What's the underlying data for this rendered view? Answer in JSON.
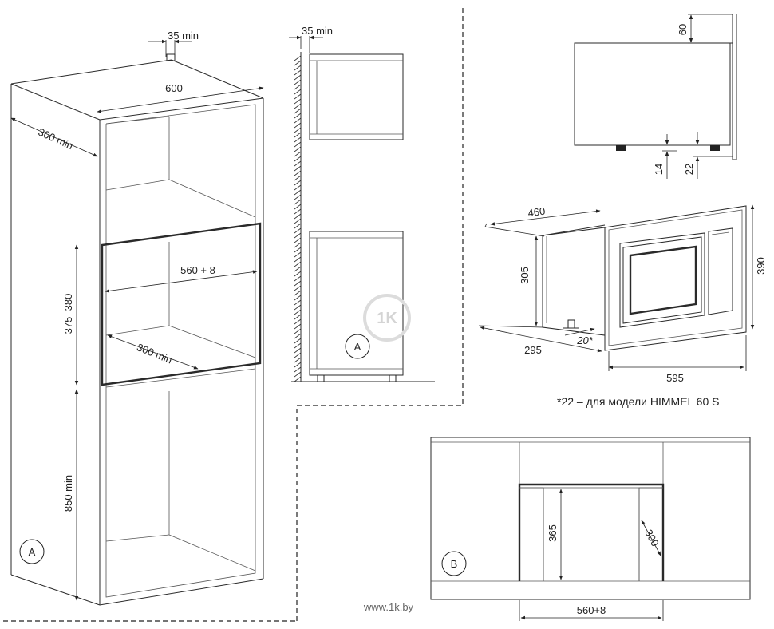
{
  "labels": {
    "a_depth_gap": "35 min",
    "a_width": "600",
    "a_depth": "300 min",
    "a_opening_width": "560 + 8",
    "a_opening_height": "375–380",
    "a_opening_depth": "300 min",
    "a_floor_height": "850 min",
    "a_marker": "A",
    "side_gap": "35 min",
    "side_marker": "A",
    "top_offset": "60",
    "foot_height": "14",
    "foot_offset": "22",
    "unit_depth": "460",
    "unit_height": "305",
    "unit_side": "295",
    "unit_front_height": "390",
    "unit_front_width": "595",
    "unit_foot": "20*",
    "footnote": "*22 – для модели HIMMEL 60 S",
    "b_height": "365",
    "b_depth": "300",
    "b_width": "560+8",
    "b_marker": "B",
    "watermark": "www.1k.by",
    "logo_text": "1K"
  },
  "colors": {
    "line": "#2a2a2a",
    "logo": "#d4d4d4"
  }
}
